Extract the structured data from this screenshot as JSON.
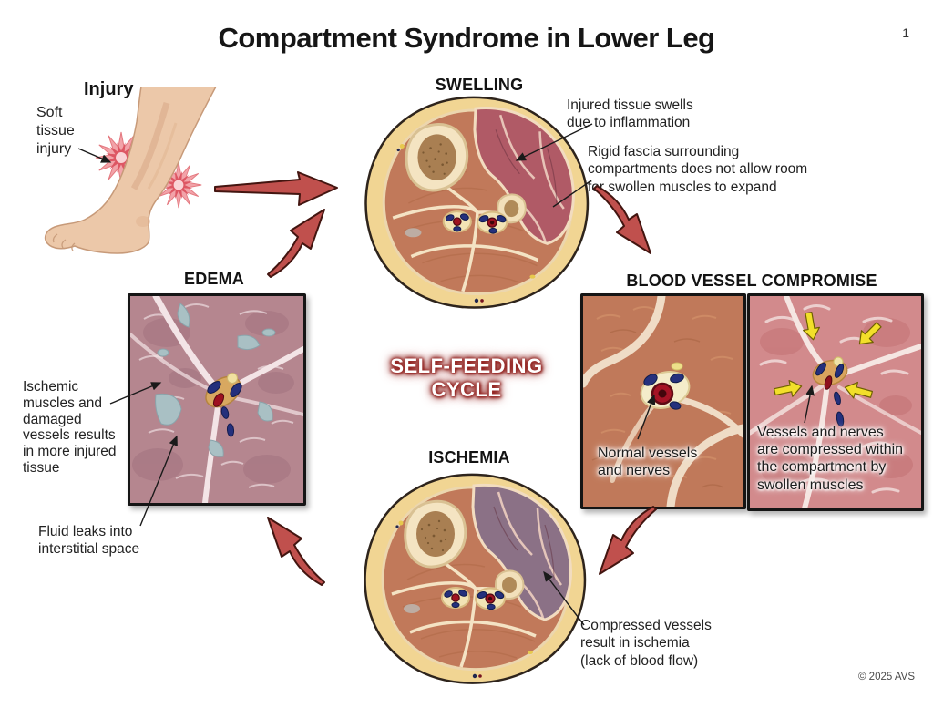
{
  "title": "Compartment Syndrome in Lower Leg",
  "page_number": "1",
  "copyright": "© 2025 AVS",
  "center_label": "SELF-FEEDING\nCYCLE",
  "stages": {
    "injury": {
      "heading": "Injury",
      "annotation": "Soft\ntissue\ninjury"
    },
    "swelling": {
      "heading": "SWELLING",
      "annotation_inflammation": "Injured tissue swells\ndue to inflammation",
      "annotation_fascia": "Rigid fascia surrounding\ncompartments does not allow room\nfor swollen muscles to expand"
    },
    "blood_vessel_compromise": {
      "heading": "BLOOD VESSEL COMPROMISE",
      "normal_caption": "Normal vessels\nand nerves",
      "compressed_caption": "Vessels and nerves\nare compressed within\nthe compartment by\nswollen muscles"
    },
    "ischemia": {
      "heading": "ISCHEMIA",
      "annotation": "Compressed vessels\nresult in ischemia\n(lack of blood flow)"
    },
    "edema": {
      "heading": "EDEMA",
      "annotation_ischemic": "Ischemic\nmuscles and\ndamaged\nvessels results\nin more injured\ntissue",
      "annotation_fluid": "Fluid leaks into\ninterstitial space"
    }
  },
  "colors": {
    "arrow_red": "#c0504d",
    "arrow_outline": "#431510",
    "cycle_glow_red": "#8b1b17",
    "muscle": "#c1795a",
    "fat_ring": "#f1d593",
    "swollen_compartment": "#b05a66",
    "ischemic_compartment": "#8b7186",
    "nerve_blue": "#24307c",
    "vessel_red": "#9e1220",
    "edema_fluid": "#a9c0c4",
    "compression_arrow_yellow": "#f2df2a"
  }
}
